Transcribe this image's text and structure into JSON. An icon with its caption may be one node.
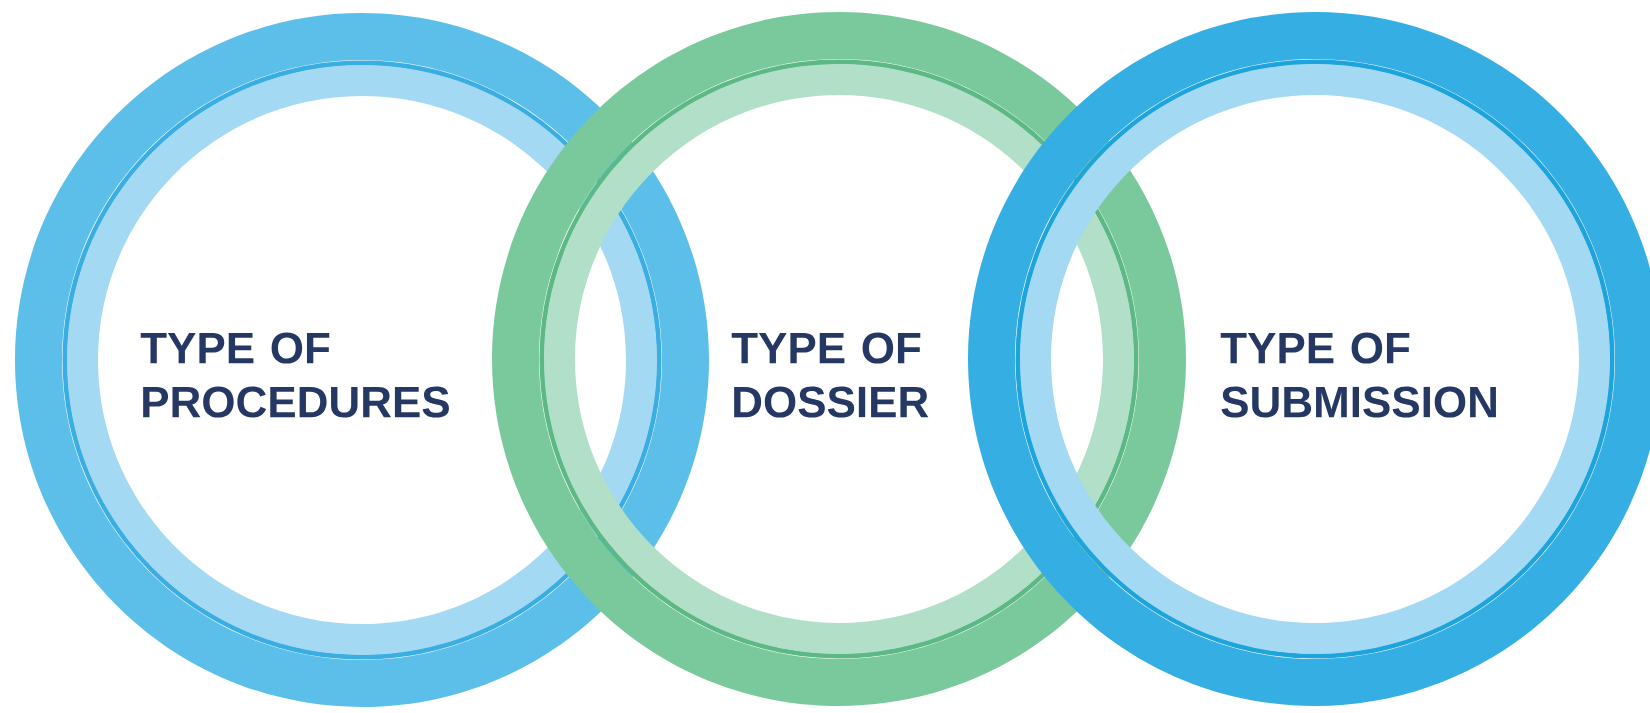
{
  "diagram": {
    "nodes": [
      {
        "text": [
          "TYPE OF PROCEDURES"
        ]
      },
      {
        "text": [
          "TYPE OF DOSSIER"
        ]
      },
      {
        "text": [
          "TYPE OF SUBMISSION"
        ]
      }
    ]
  }
}
